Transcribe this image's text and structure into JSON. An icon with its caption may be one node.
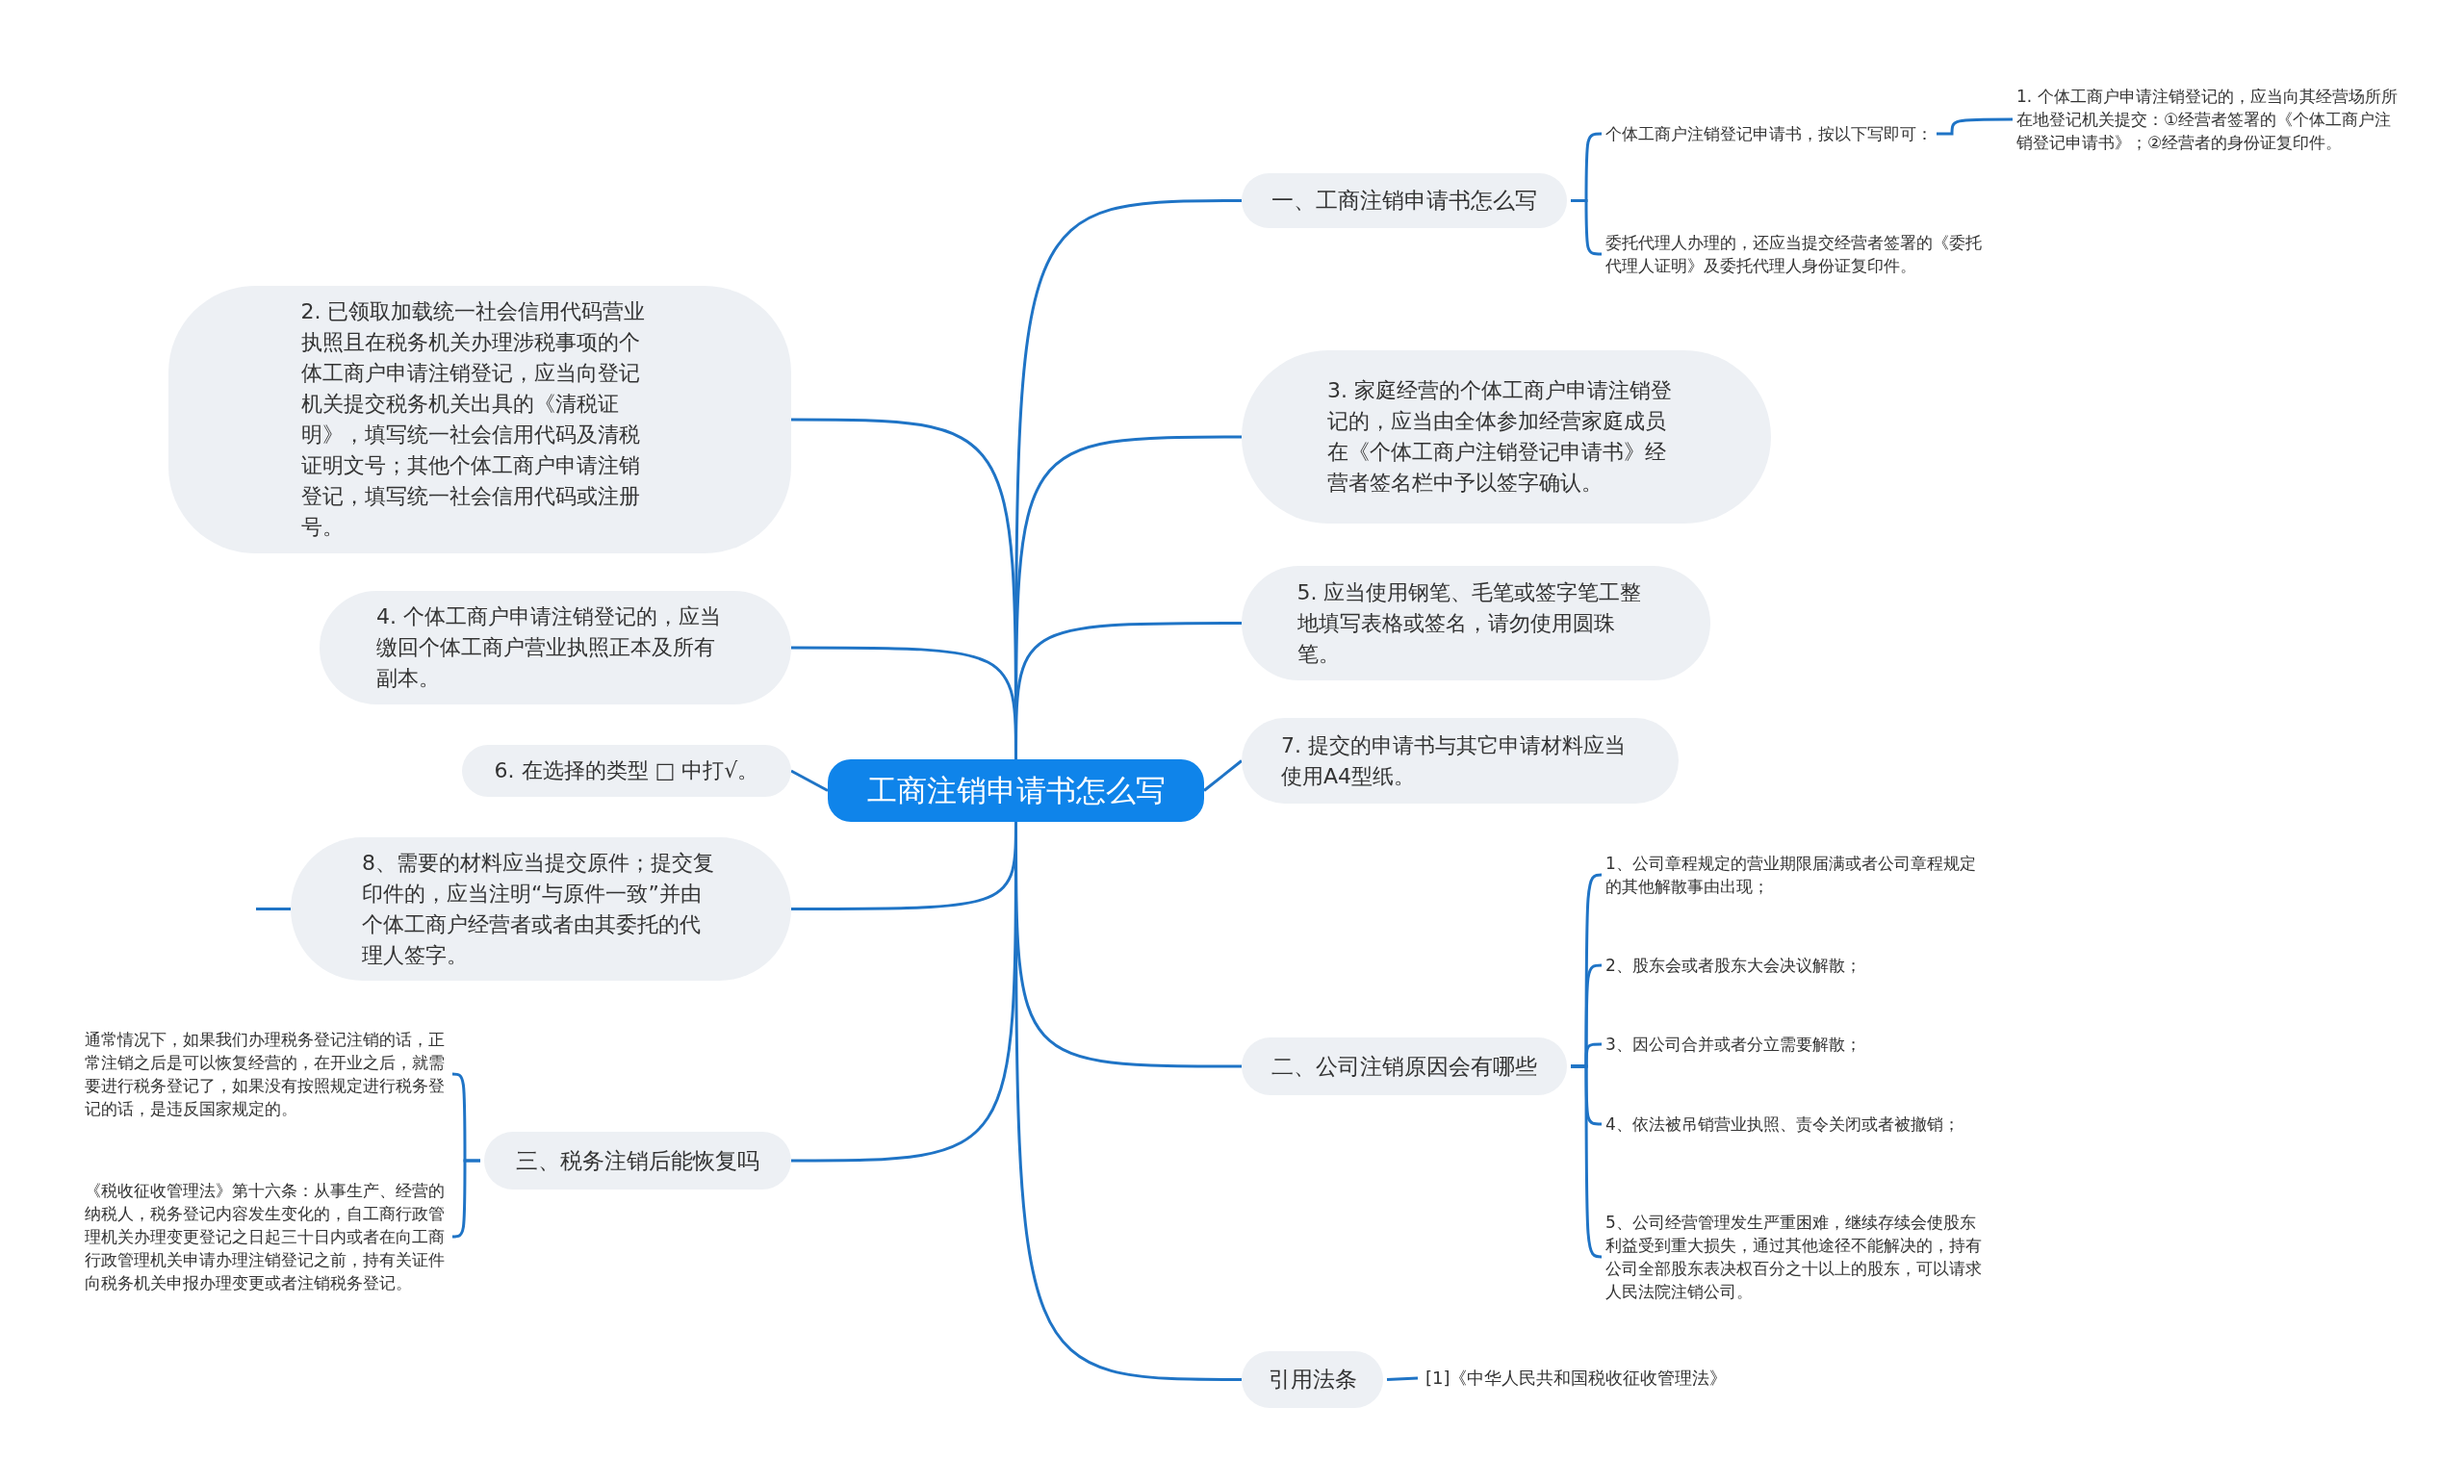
{
  "diagram": {
    "nodes": [
      {
        "text": [
          "工商注销申请书怎么写"
        ]
      },
      {
        "text": [
          "一、工商注销申请书怎么写"
        ]
      },
      {
        "text": [
          "个体工商户注销登记申请书，按以下写即可："
        ]
      },
      {
        "text": [
          "1. 个体工商户申请注销登记的，应当向其经营场所所在地登记机关提交：①经营者签署的《个体工商户注销登记申请书》；②经营者的身份证复印件。"
        ]
      },
      {
        "text": [
          "委托代理人办理的，还应当提交经营者签署的《委托代理人证明》及委托代理人身份证复印件。"
        ]
      },
      {
        "text": [
          "2. 已领取加载统一社会信用代码营业执照且在税务机关办理涉税事项的个体工商户申请注销登记，应当向登记机关提交税务机关出具的《清税证明》，填写统一社会信用代码及清税证明文号；其他个体工商户申请注销登记，填写统一社会信用代码或注册号。"
        ]
      },
      {
        "text": [
          "3. 家庭经营的个体工商户申请注销登记的，应当由全体参加经营家庭成员在《个体工商户注销登记申请书》经营者签名栏中予以签字确认。"
        ]
      },
      {
        "text": [
          "4. 个体工商户申请注销登记的，应当缴回个体工商户营业执照正本及所有副本。"
        ]
      },
      {
        "text": [
          "5. 应当使用钢笔、毛笔或签字笔工整地填写表格或签名，请勿使用圆珠笔。"
        ]
      },
      {
        "text": [
          "6. 在选择的类型 □ 中打√。"
        ]
      },
      {
        "text": [
          "7. 提交的申请书与其它申请材料应当使用A4型纸。"
        ]
      },
      {
        "text": [
          "8、需要的材料应当提交原件；提交复印件的，应当注明“与原件一致”并由个体工商户经营者或者由其委托的代理人签字。"
        ]
      },
      {
        "text": [
          "二、公司注销原因会有哪些"
        ]
      },
      {
        "text": [
          "1、公司章程规定的营业期限届满或者公司章程规定的其他解散事由出现；"
        ]
      },
      {
        "text": [
          "2、股东会或者股东大会决议解散；"
        ]
      },
      {
        "text": [
          "3、因公司合并或者分立需要解散；"
        ]
      },
      {
        "text": [
          "4、依法被吊销营业执照、责令关闭或者被撤销；"
        ]
      },
      {
        "text": [
          "5、公司经营管理发生严重困难，继续存续会使股东利益受到重大损失，通过其他途径不能解决的，持有公司全部股东表决权百分之十以上的股东，可以请求人民法院注销公司。"
        ]
      },
      {
        "text": [
          "三、税务注销后能恢复吗"
        ]
      },
      {
        "text": [
          "通常情况下，如果我们办理税务登记注销的话，正常注销之后是可以恢复经营的，在开业之后，就需要进行税务登记了，如果没有按照规定进行税务登记的话，是违反国家规定的。"
        ]
      },
      {
        "text": [
          "《税收征收管理法》第十六条：从事生产、经营的纳税人，税务登记内容发生变化的，自工商行政管理机关办理变更登记之日起三十日内或者在向工商行政管理机关申请办理注销登记之前，持有关证件向税务机关申报办理变更或者注销税务登记。"
        ]
      },
      {
        "text": [
          "引用法条"
        ]
      },
      {
        "text": [
          "[1]《中华人民共和国税收征收管理法》"
        ]
      }
    ],
    "edges": [
      {
        "from": 0,
        "to": 1,
        "arrow": "none"
      },
      {
        "from": 1,
        "to": 2,
        "arrow": "none"
      },
      {
        "from": 2,
        "to": 3,
        "arrow": "none"
      },
      {
        "from": 1,
        "to": 4,
        "arrow": "none"
      },
      {
        "from": 0,
        "to": 5,
        "arrow": "none"
      },
      {
        "from": 0,
        "to": 6,
        "arrow": "none"
      },
      {
        "from": 0,
        "to": 7,
        "arrow": "none"
      },
      {
        "from": 0,
        "to": 8,
        "arrow": "none"
      },
      {
        "from": 0,
        "to": 9,
        "arrow": "none"
      },
      {
        "from": 0,
        "to": 10,
        "arrow": "none"
      },
      {
        "from": 0,
        "to": 11,
        "arrow": "none"
      },
      {
        "from": 11,
        "to": null,
        "arrow": "none"
      },
      {
        "from": 0,
        "to": 12,
        "arrow": "none"
      },
      {
        "from": 12,
        "to": 13,
        "arrow": "none"
      },
      {
        "from": 12,
        "to": 14,
        "arrow": "none"
      },
      {
        "from": 12,
        "to": 15,
        "arrow": "none"
      },
      {
        "from": 12,
        "to": 16,
        "arrow": "none"
      },
      {
        "from": 12,
        "to": 17,
        "arrow": "none"
      },
      {
        "from": 0,
        "to": 18,
        "arrow": "none"
      },
      {
        "from": 18,
        "to": 19,
        "arrow": "none"
      },
      {
        "from": 18,
        "to": 20,
        "arrow": "none"
      },
      {
        "from": 0,
        "to": 21,
        "arrow": "none"
      },
      {
        "from": 21,
        "to": 22,
        "arrow": "none"
      }
    ]
  }
}
